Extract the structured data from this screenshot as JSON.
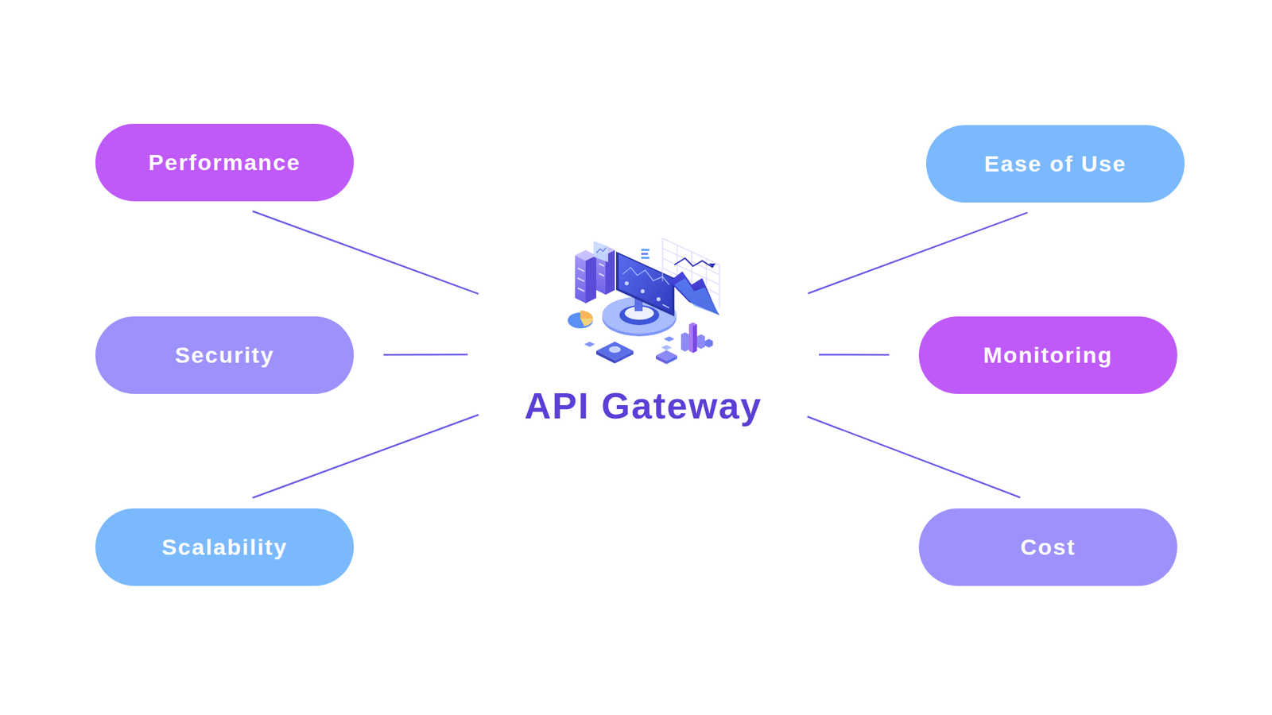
{
  "diagram": {
    "nodes": [
      {
        "text": [
          "Performance"
        ]
      },
      {
        "text": [
          "Ease of Use"
        ]
      },
      {
        "text": [
          "Security"
        ]
      },
      {
        "text": [
          "API Gateway"
        ]
      },
      {
        "text": [
          "Monitoring"
        ]
      },
      {
        "text": [
          "Scalability"
        ]
      },
      {
        "text": [
          "Cost"
        ]
      }
    ],
    "edges": [
      {
        "from": 3,
        "to": 0,
        "arrow": "none"
      },
      {
        "from": 3,
        "to": 1,
        "arrow": "none"
      },
      {
        "from": 3,
        "to": 2,
        "arrow": "none"
      },
      {
        "from": 3,
        "to": 4,
        "arrow": "none"
      },
      {
        "from": 3,
        "to": 5,
        "arrow": "none"
      },
      {
        "from": 3,
        "to": 6,
        "arrow": "none"
      }
    ]
  }
}
